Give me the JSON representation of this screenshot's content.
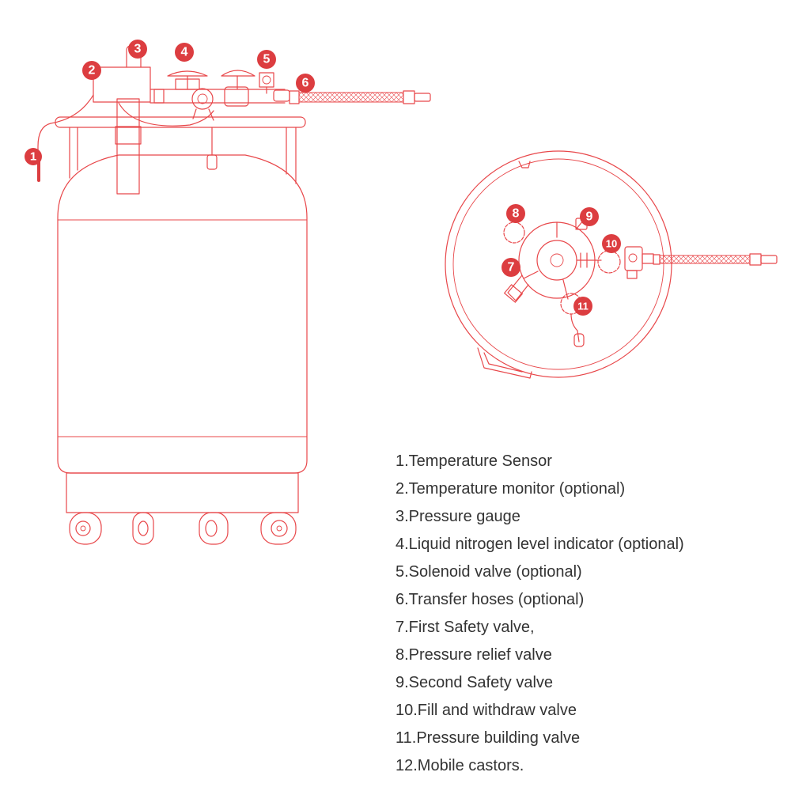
{
  "colors": {
    "line": "#e8474a",
    "badge": "#dc3d40",
    "badge_text": "#ffffff",
    "legend_text": "#333333"
  },
  "side_view": {
    "badges": [
      "1",
      "2",
      "3",
      "4",
      "5",
      "6"
    ]
  },
  "top_view": {
    "badges": [
      "7",
      "8",
      "9",
      "10",
      "11"
    ]
  },
  "legend": [
    "1.Temperature Sensor",
    "2.Temperature monitor (optional)",
    "3.Pressure gauge",
    "4.Liquid nitrogen level indicator (optional)",
    "5.Solenoid valve (optional)",
    "6.Transfer hoses (optional)",
    "7.First Safety valve,",
    "8.Pressure relief valve",
    "9.Second Safety valve",
    "10.Fill and withdraw valve",
    "11.Pressure building valve",
    "12.Mobile castors."
  ]
}
